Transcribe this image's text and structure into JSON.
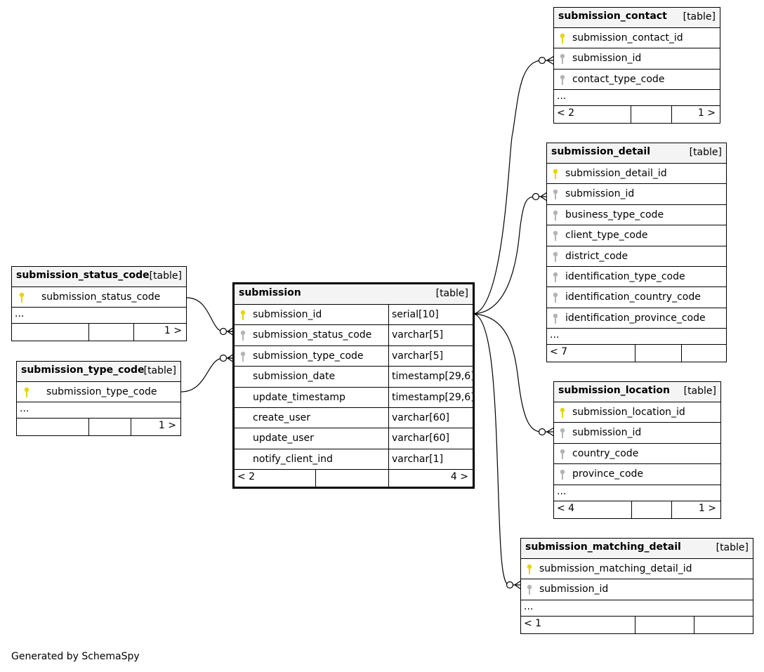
{
  "footer": "Generated by SchemaSpy",
  "key_colors": {
    "primary": "#e6d400",
    "foreign": "#b4b4b4"
  },
  "tables": {
    "submission_status_code": {
      "name": "submission_status_code",
      "type": "[table]",
      "columns": [
        {
          "name": "submission_status_code",
          "key": "primary"
        }
      ],
      "more": "...",
      "parents": "",
      "children": "1 >"
    },
    "submission_type_code": {
      "name": "submission_type_code",
      "type": "[table]",
      "columns": [
        {
          "name": "submission_type_code",
          "key": "primary"
        }
      ],
      "more": "...",
      "parents": "",
      "children": "1 >"
    },
    "submission": {
      "name": "submission",
      "type": "[table]",
      "columns": [
        {
          "name": "submission_id",
          "type": "serial[10]",
          "key": "primary"
        },
        {
          "name": "submission_status_code",
          "type": "varchar[5]",
          "key": "foreign"
        },
        {
          "name": "submission_type_code",
          "type": "varchar[5]",
          "key": "foreign"
        },
        {
          "name": "submission_date",
          "type": "timestamp[29,6]",
          "key": ""
        },
        {
          "name": "update_timestamp",
          "type": "timestamp[29,6]",
          "key": ""
        },
        {
          "name": "create_user",
          "type": "varchar[60]",
          "key": ""
        },
        {
          "name": "update_user",
          "type": "varchar[60]",
          "key": ""
        },
        {
          "name": "notify_client_ind",
          "type": "varchar[1]",
          "key": ""
        }
      ],
      "parents": "< 2",
      "children": "4 >"
    },
    "submission_contact": {
      "name": "submission_contact",
      "type": "[table]",
      "columns": [
        {
          "name": "submission_contact_id",
          "key": "primary"
        },
        {
          "name": "submission_id",
          "key": "foreign"
        },
        {
          "name": "contact_type_code",
          "key": "foreign"
        }
      ],
      "more": "...",
      "parents": "< 2",
      "children": "1 >"
    },
    "submission_detail": {
      "name": "submission_detail",
      "type": "[table]",
      "columns": [
        {
          "name": "submission_detail_id",
          "key": "primary"
        },
        {
          "name": "submission_id",
          "key": "foreign"
        },
        {
          "name": "business_type_code",
          "key": "foreign"
        },
        {
          "name": "client_type_code",
          "key": "foreign"
        },
        {
          "name": "district_code",
          "key": "foreign"
        },
        {
          "name": "identification_type_code",
          "key": "foreign"
        },
        {
          "name": "identification_country_code",
          "key": "foreign"
        },
        {
          "name": "identification_province_code",
          "key": "foreign"
        }
      ],
      "more": "...",
      "parents": "< 7",
      "children": ""
    },
    "submission_location": {
      "name": "submission_location",
      "type": "[table]",
      "columns": [
        {
          "name": "submission_location_id",
          "key": "primary"
        },
        {
          "name": "submission_id",
          "key": "foreign"
        },
        {
          "name": "country_code",
          "key": "foreign"
        },
        {
          "name": "province_code",
          "key": "foreign"
        }
      ],
      "more": "...",
      "parents": "< 4",
      "children": "1 >"
    },
    "submission_matching_detail": {
      "name": "submission_matching_detail",
      "type": "[table]",
      "columns": [
        {
          "name": "submission_matching_detail_id",
          "key": "primary"
        },
        {
          "name": "submission_id",
          "key": "foreign"
        }
      ],
      "more": "...",
      "parents": "< 1",
      "children": ""
    }
  }
}
